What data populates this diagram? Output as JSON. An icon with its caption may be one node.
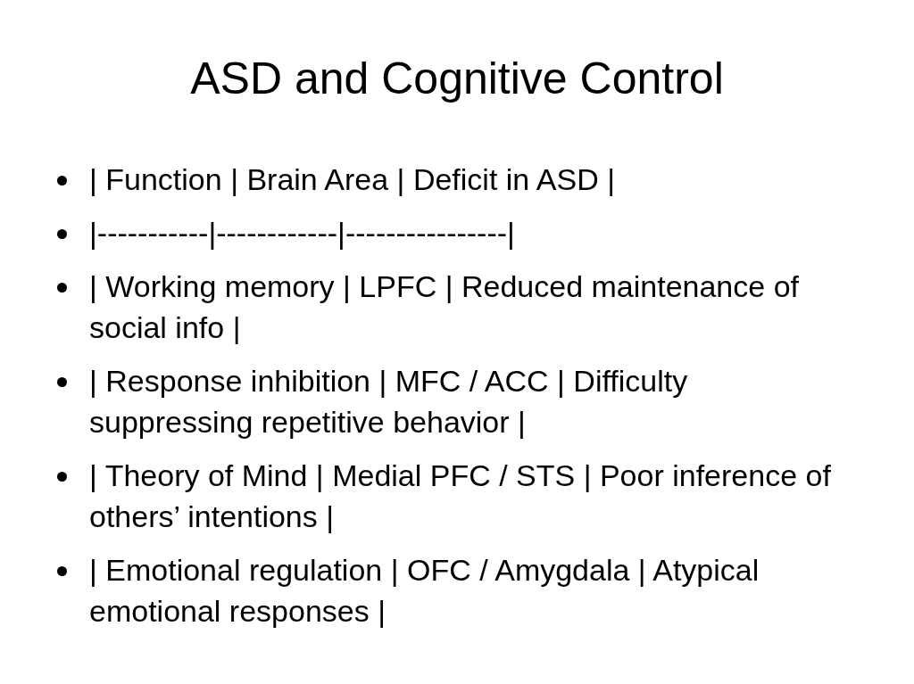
{
  "diagram": {
    "title": "ASD and Cognitive Control",
    "labels": [
      "| Function | Brain Area | Deficit in ASD |",
      "|-----------|------------|----------------|",
      "| Working memory | LPFC | Reduced maintenance of social info |",
      "| Response inhibition | MFC / ACC | Difficulty suppressing repetitive behavior |",
      "| Theory of Mind | Medial PFC / STS | Poor inference of others’ intentions |",
      "| Emotional regulation | OFC / Amygdala | Atypical emotional responses |"
    ]
  }
}
